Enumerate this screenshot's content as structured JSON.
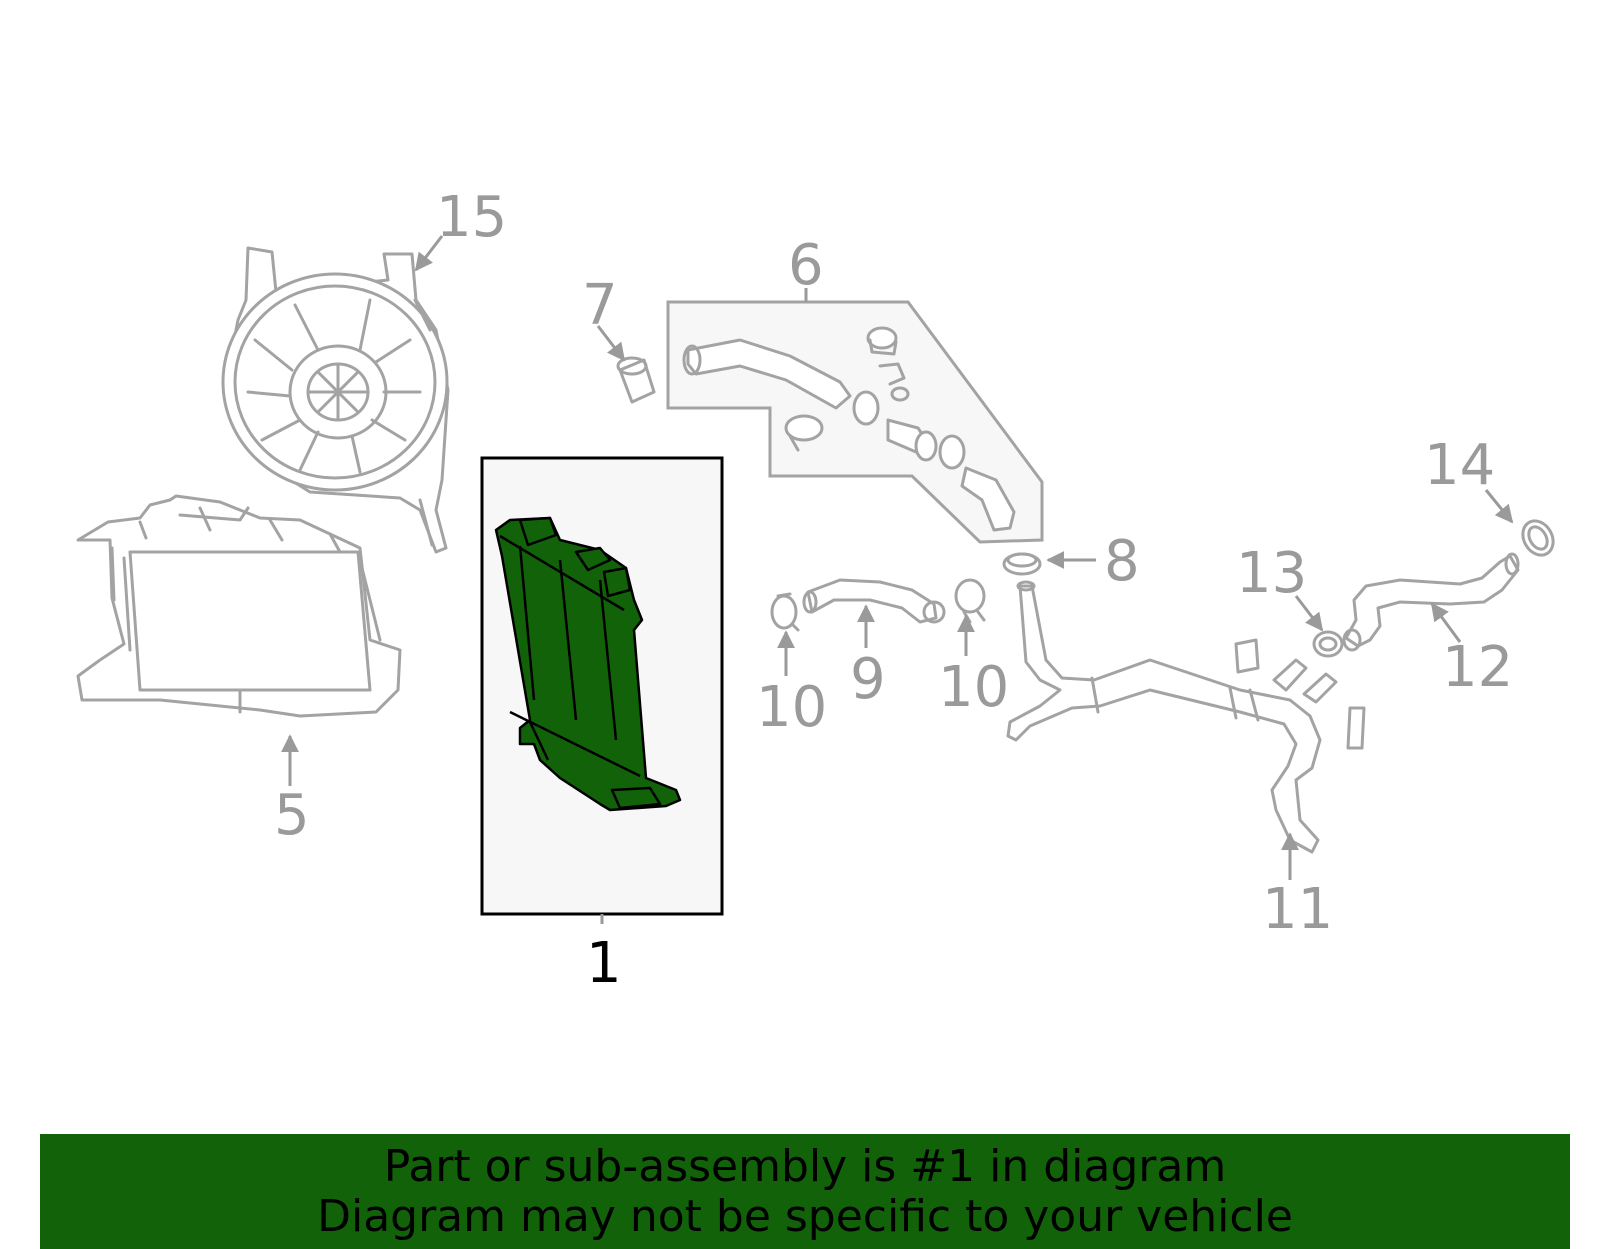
{
  "callouts": {
    "c1": "1",
    "c5": "5",
    "c6": "6",
    "c7": "7",
    "c8": "8",
    "c9": "9",
    "c10a": "10",
    "c10b": "10",
    "c11": "11",
    "c12": "12",
    "c13": "13",
    "c14": "14",
    "c15": "15"
  },
  "banner": {
    "line1": "Part or sub-assembly is #1 in diagram",
    "line2": "Diagram may not be specific to your vehicle"
  },
  "colors": {
    "highlight": "#12620a",
    "part_outline": "#a3a3a3",
    "callout_text": "#9a9a9a",
    "selected_box": "#000000"
  }
}
